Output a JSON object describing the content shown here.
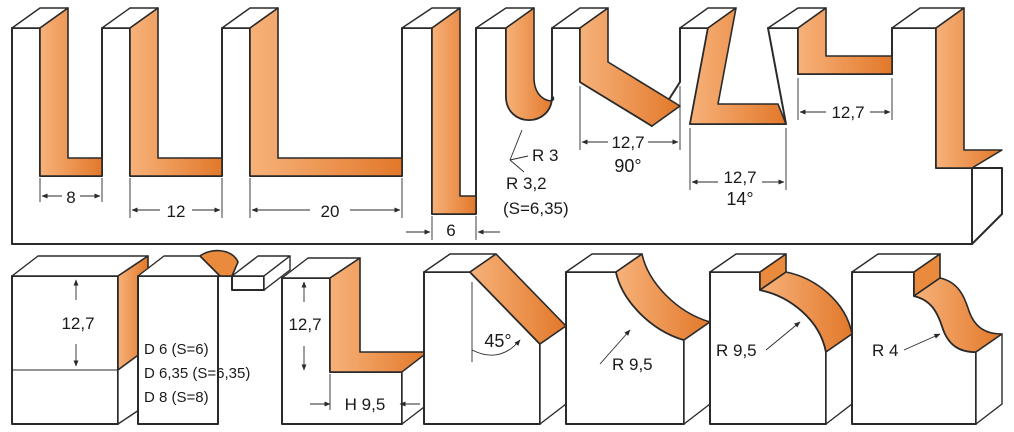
{
  "top_profile": {
    "groove_8": "8",
    "groove_12": "12",
    "groove_20": "20",
    "slot_6": "6",
    "radius_3": "R 3",
    "radius_3_2": "R 3,2",
    "shank_6_35": "(S=6,35)",
    "vgroove_width": "12,7",
    "vgroove_angle": "90°",
    "dovetail_width": "12,7",
    "dovetail_angle": "14°",
    "rabbet_width": "12,7"
  },
  "bottom_profiles": {
    "block_height": "12,7",
    "shank_options": [
      "D 6 (S=6)",
      "D 6,35 (S=6,35)",
      "D 8 (S=8)"
    ],
    "rabbet_height": "12,7",
    "rabbet_width": "H 9,5",
    "chamfer_angle": "45°",
    "cove_radius": "R 9,5",
    "roundover_radius": "R 9,5",
    "ogee_radius": "R 4"
  },
  "colors": {
    "cut_face": "#e98a3c",
    "outline": "#2a2a2a",
    "background": "#ffffff"
  }
}
